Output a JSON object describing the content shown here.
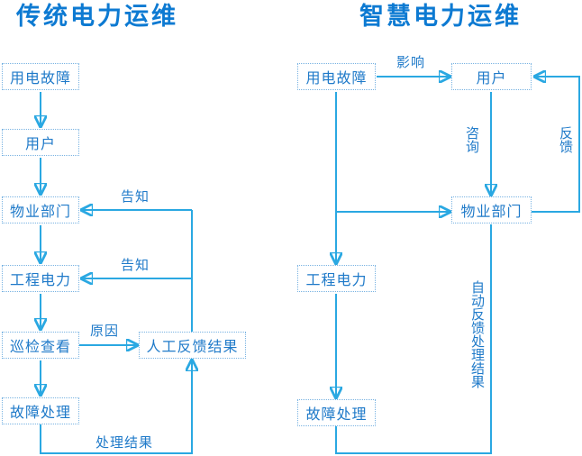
{
  "colors": {
    "title": "#0d7ad2",
    "node_text": "#1f7ac9",
    "line": "#2aa8e2",
    "node_border": "#79b3e2",
    "background": "#ffffff"
  },
  "traditional": {
    "title": "传统电力运维",
    "nodes": {
      "power_fault": "用电故障",
      "user": "用户",
      "property_dept": "物业部门",
      "engineering_power": "工程电力",
      "inspection": "巡检查看",
      "fault_handling": "故障处理",
      "manual_feedback": "人工反馈结果"
    },
    "edge_labels": {
      "notify_property": "告知",
      "notify_engineering": "告知",
      "reason": "原因",
      "handling_result": "处理结果"
    }
  },
  "smart": {
    "title": "智慧电力运维",
    "nodes": {
      "power_fault": "用电故障",
      "user": "用户",
      "property_dept": "物业部门",
      "engineering_power": "工程电力",
      "fault_handling": "故障处理"
    },
    "edge_labels": {
      "impact": "影响",
      "consult": "咨询",
      "feedback": "反馈",
      "auto_feedback_result": "自动反馈处理结果"
    }
  }
}
